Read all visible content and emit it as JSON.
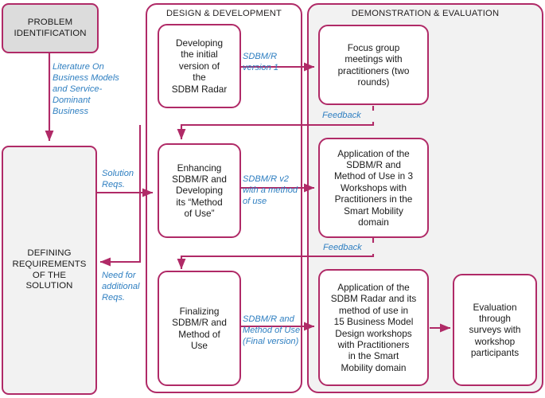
{
  "diagram": {
    "title": "Design Science Research process for SDBM/R",
    "accent_color": "#b02a67",
    "label_color": "#2f7fc1",
    "phase_fill": "#f2f2f2",
    "stage_fill": "#dcdcdc"
  },
  "phases": [
    {
      "id": "design-development",
      "title": "DESIGN & DEVELOPMENT"
    },
    {
      "id": "demonstration-evaluation",
      "title": "DEMONSTRATION & EVALUATION"
    }
  ],
  "stages": [
    {
      "id": "problem-identification",
      "text": "PROBLEM\nIDENTIFICATION"
    },
    {
      "id": "defining-requirements",
      "text": "DEFINING\nREQUIREMENTS\nOF THE\nSOLUTION"
    }
  ],
  "nodes": [
    {
      "id": "developing-initial-version",
      "text": "Developing\nthe initial\nversion of\nthe\nSDBM Radar"
    },
    {
      "id": "focus-group-meetings",
      "text": "Focus group\nmeetings with\npractitioners (two\nrounds)"
    },
    {
      "id": "enhancing-sdbmr",
      "text": "Enhancing\nSDBM/R and\nDeveloping\nits “Method\nof Use”"
    },
    {
      "id": "application-3-workshops",
      "text": "Application of the\nSDBM/R and\nMethod of Use in 3\nWorkshops with\nPractitioners in the\nSmart Mobility\ndomain"
    },
    {
      "id": "finalizing-sdbmr",
      "text": "Finalizing\nSDBM/R and\nMethod of\nUse"
    },
    {
      "id": "application-15-workshops",
      "text": "Application of the\nSDBM Radar and its\nmethod of use in\n15 Business Model\nDesign workshops\nwith Practitioners\nin the Smart\nMobility domain"
    },
    {
      "id": "evaluation-surveys",
      "text": "Evaluation\nthrough\nsurveys with\nworkshop\nparticipants"
    }
  ],
  "edge_labels": [
    {
      "id": "literature-on-business-models",
      "text": "Literature On\nBusiness Models\nand Service-\nDominant\nBusiness"
    },
    {
      "id": "sdbmr-version-1",
      "text": "SDBM/R\nversion 1"
    },
    {
      "id": "feedback-top",
      "text": "Feedback"
    },
    {
      "id": "solution-reqs",
      "text": "Solution\nReqs."
    },
    {
      "id": "sdbmr-v2-method",
      "text": "SDBM/R v2\nwith a method\nof use"
    },
    {
      "id": "feedback-middle",
      "text": "Feedback"
    },
    {
      "id": "need-additional-reqs",
      "text": "Need for\nadditional\nReqs."
    },
    {
      "id": "sdbmr-final-version",
      "text": "SDBM/R and\nMethod of Use\n(Final version)"
    }
  ]
}
